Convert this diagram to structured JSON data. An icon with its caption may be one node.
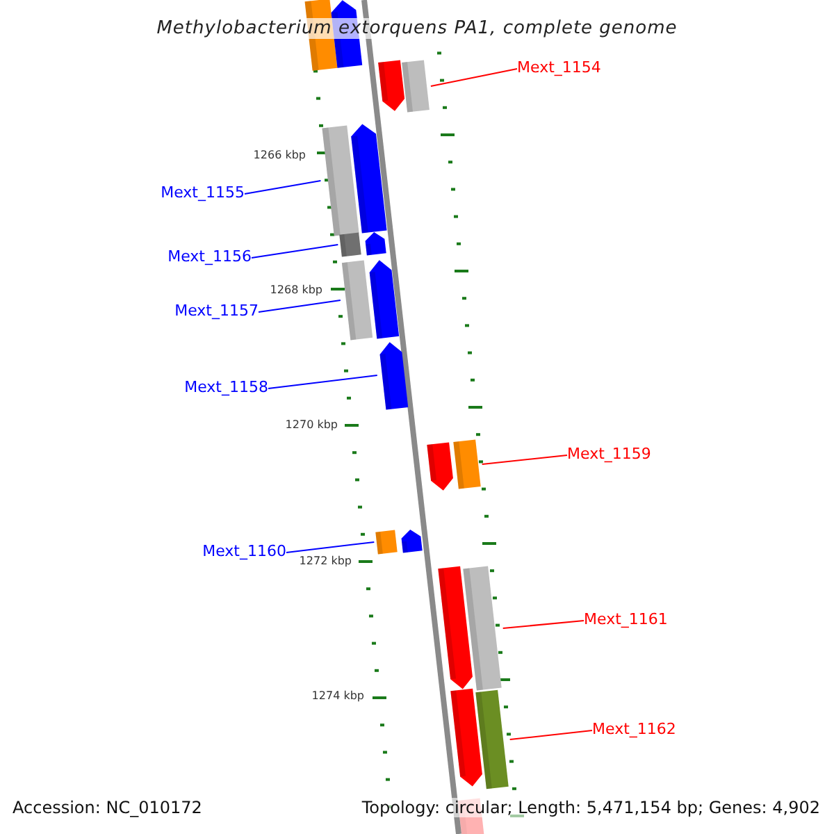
{
  "diagram": {
    "title": "Methylobacterium extorquens PA1, complete genome",
    "nodes": [
      {
        "text": [],
        "shape": "bar"
      },
      {
        "text": [],
        "shape": "arrow"
      },
      {
        "text": [
          "Mext_1154"
        ]
      },
      {
        "text": [],
        "shape": "arrow"
      },
      {
        "text": [],
        "shape": "bar"
      },
      {
        "text": [
          "Mext_1155"
        ]
      },
      {
        "text": [],
        "shape": "bar"
      },
      {
        "text": [],
        "shape": "arrow"
      },
      {
        "text": [
          "Mext_1156"
        ]
      },
      {
        "text": [],
        "shape": "bar"
      },
      {
        "text": [],
        "shape": "arrow"
      },
      {
        "text": [
          "Mext_1157"
        ]
      },
      {
        "text": [],
        "shape": "bar"
      },
      {
        "text": [],
        "shape": "arrow"
      },
      {
        "text": [
          "Mext_1158"
        ]
      },
      {
        "text": [],
        "shape": "arrow"
      },
      {
        "text": [
          "Mext_1159"
        ]
      },
      {
        "text": [],
        "shape": "arrow"
      },
      {
        "text": [],
        "shape": "bar"
      },
      {
        "text": [
          "Mext_1160"
        ]
      },
      {
        "text": [],
        "shape": "bar"
      },
      {
        "text": [],
        "shape": "arrow"
      },
      {
        "text": [
          "Mext_1161"
        ]
      },
      {
        "text": [],
        "shape": "arrow"
      },
      {
        "text": [],
        "shape": "bar"
      },
      {
        "text": [
          "Mext_1162"
        ]
      },
      {
        "text": [],
        "shape": "arrow"
      },
      {
        "text": [],
        "shape": "bar"
      },
      {
        "text": [],
        "shape": "bar"
      }
    ],
    "edges": [
      {
        "from": 2,
        "to": 4,
        "arrow": "none",
        "color": "#ff0000"
      },
      {
        "from": 5,
        "to": 6,
        "arrow": "none"
      },
      {
        "from": 8,
        "to": 9,
        "arrow": "none"
      },
      {
        "from": 11,
        "to": 12,
        "arrow": "none"
      },
      {
        "from": 14,
        "to": 15,
        "arrow": "none"
      },
      {
        "from": 16,
        "to": 18,
        "arrow": "none",
        "color": "#ff0000"
      },
      {
        "from": 19,
        "to": 20,
        "arrow": "none"
      },
      {
        "from": 22,
        "to": 24,
        "arrow": "none",
        "color": "#ff0000"
      },
      {
        "from": 25,
        "to": 27,
        "arrow": "none",
        "color": "#ff0000"
      }
    ],
    "labels": [
      "1266 kbp",
      "1268 kbp",
      "1270 kbp",
      "1272 kbp",
      "1274 kbp",
      "Accession: NC_010172",
      "Topology: circular; Length: 5,471,154 bp; Genes: 4,902"
    ]
  }
}
